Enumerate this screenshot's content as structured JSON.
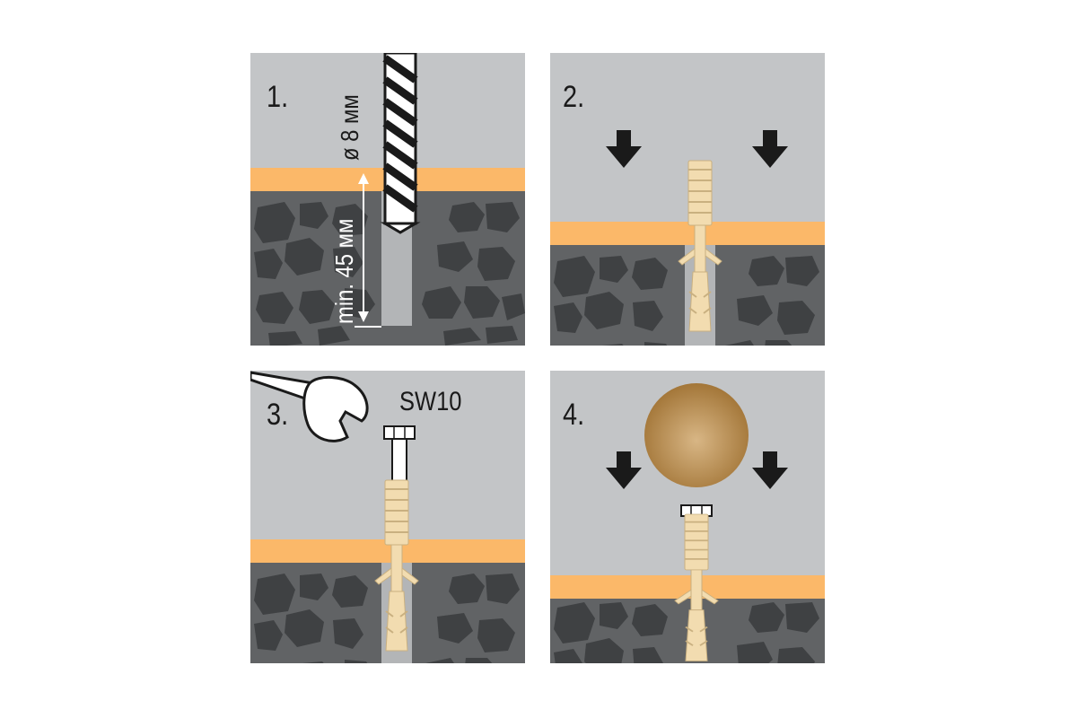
{
  "steps": [
    {
      "number": "1.",
      "diameter_label": "ø 8 мм",
      "depth_label": "min. 45 мм"
    },
    {
      "number": "2."
    },
    {
      "number": "3.",
      "wrench_size_label": "SW10"
    },
    {
      "number": "4."
    }
  ],
  "colors": {
    "wall": "#c3c5c7",
    "plaster": "#fbb869",
    "concrete": "#616365",
    "stone": "#3f4143",
    "anchor": "#f2dcb0",
    "ball": "#b88a4e",
    "arrow": "#1a1a1a"
  }
}
